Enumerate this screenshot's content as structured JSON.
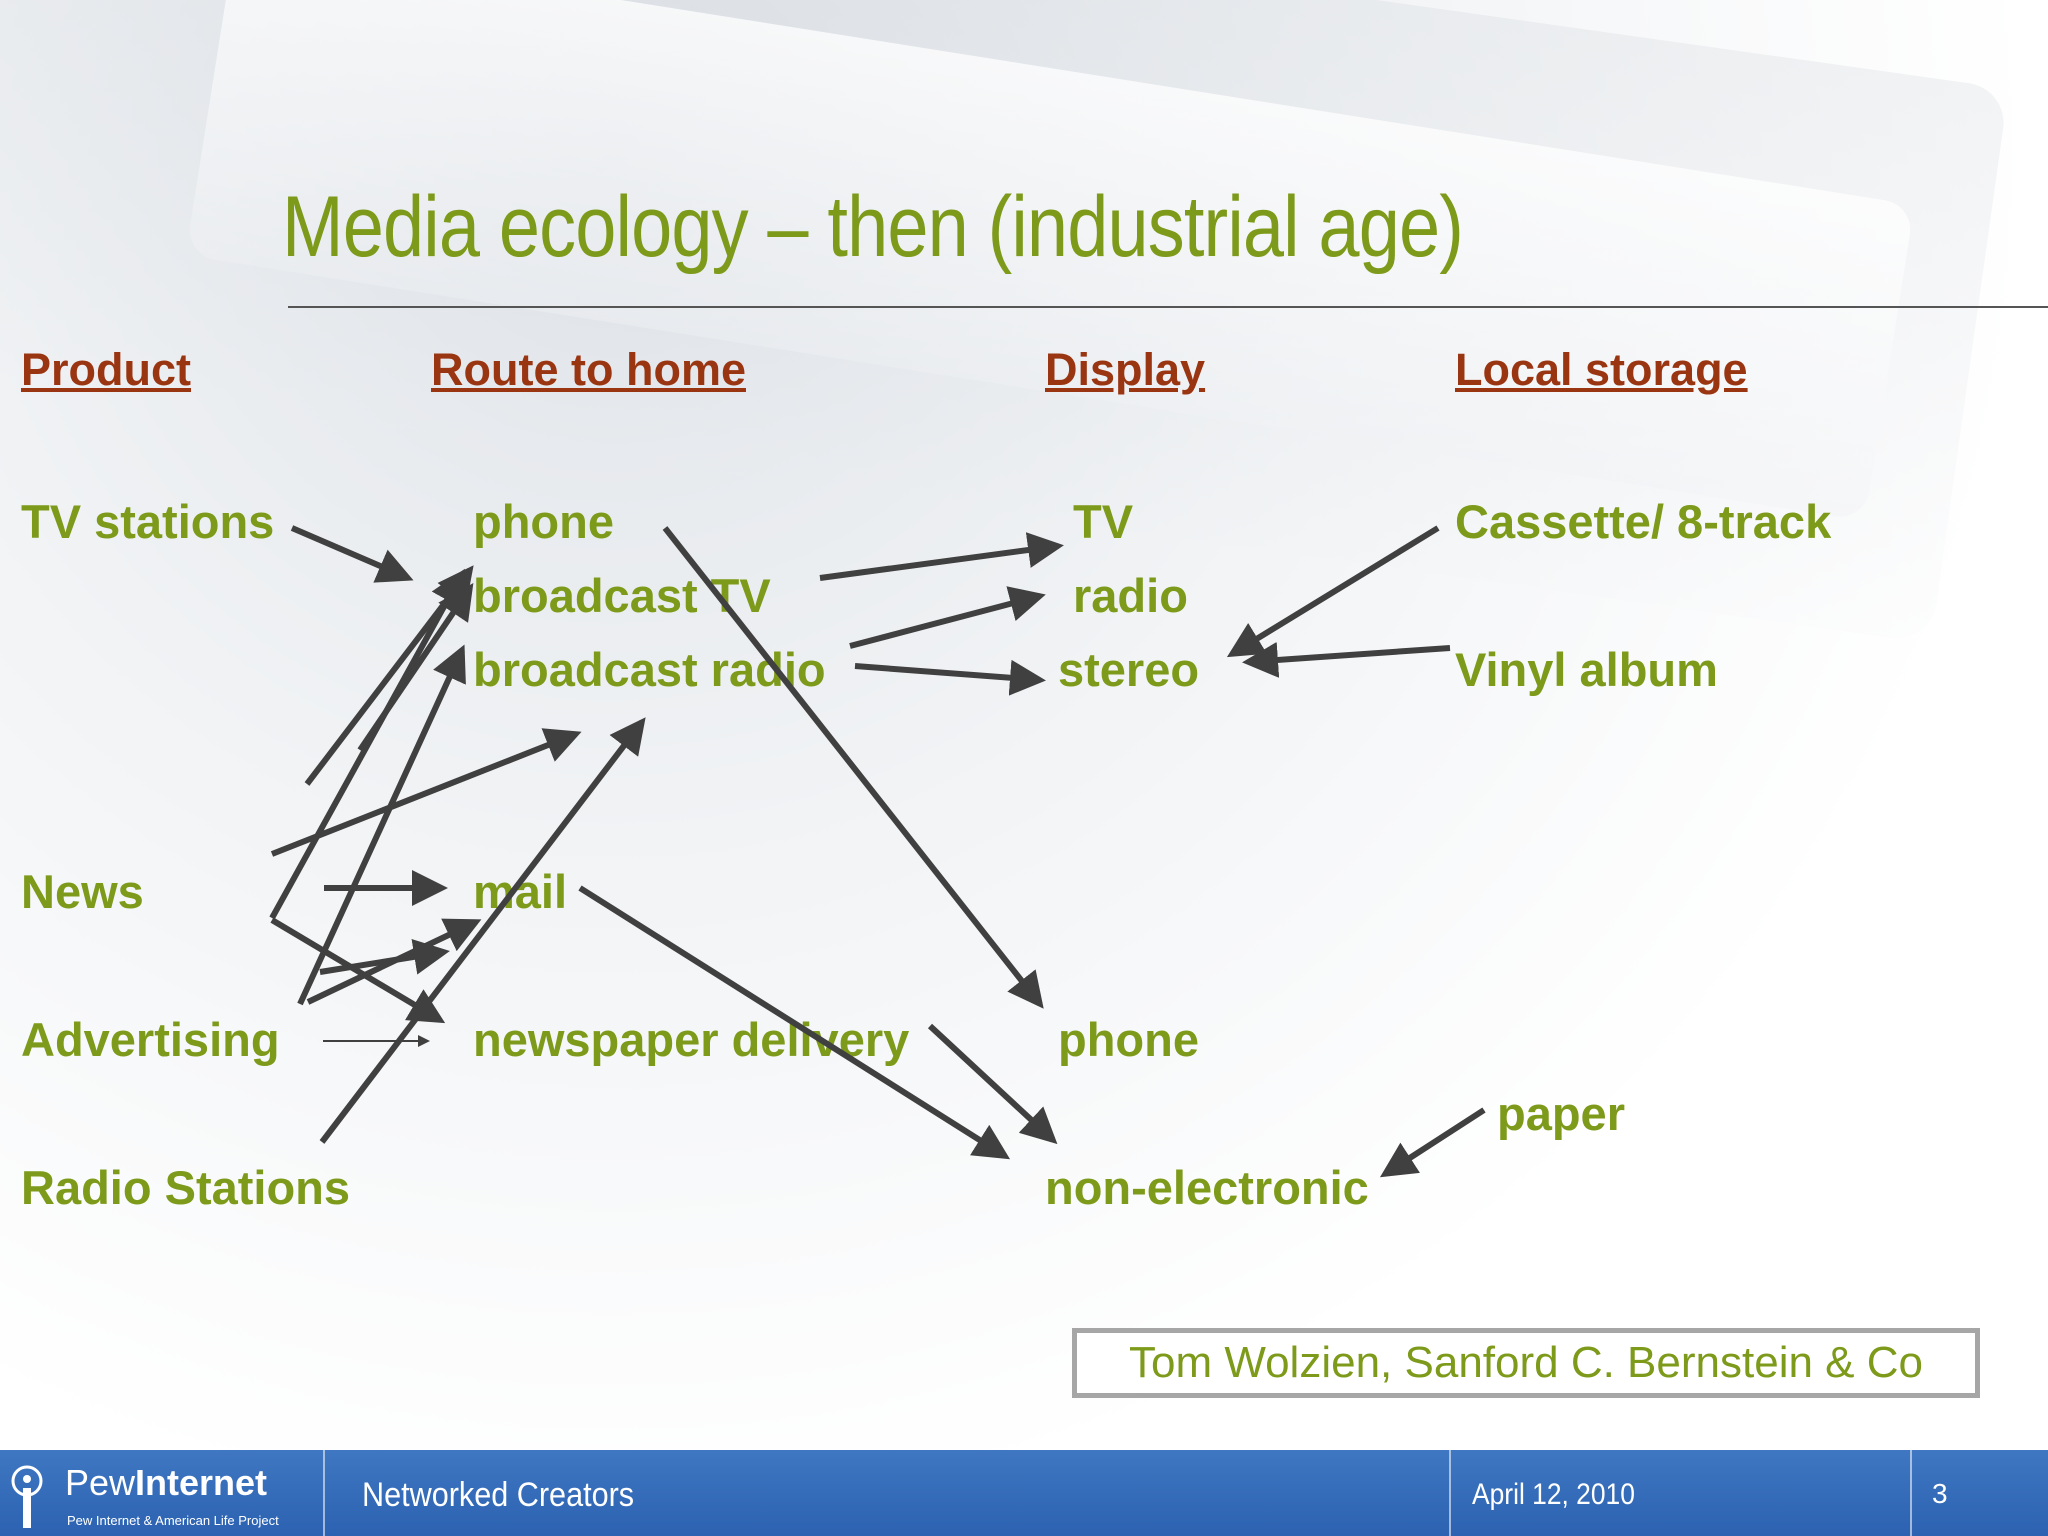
{
  "title": "Media ecology –  then (industrial age)",
  "headers": {
    "product": "Product ",
    "route": "Route to home",
    "display": "Display",
    "storage": "Local storage"
  },
  "products": [
    "TV stations",
    "News",
    "Advertising",
    "Radio Stations"
  ],
  "routes": [
    "phone",
    "broadcast TV",
    "broadcast radio",
    "mail",
    "newspaper delivery"
  ],
  "displays": [
    "TV",
    "radio",
    "stereo",
    "phone",
    "non-electronic"
  ],
  "storage": [
    "Cassette/ 8-track",
    "Vinyl album",
    "paper"
  ],
  "credit": "Tom Wolzien, Sanford C. Bernstein & Co",
  "footer": {
    "brand_main": "Pew",
    "brand_bold": "Internet",
    "brand_sub": "Pew Internet & American Life Project",
    "title": "Networked Creators",
    "date": "April 12, 2010",
    "page": "3"
  },
  "colors": {
    "green_text": "#7d9a1a",
    "header_red": "#9a3512",
    "arrow": "#404040",
    "footer_blue": "#2c62b1"
  }
}
